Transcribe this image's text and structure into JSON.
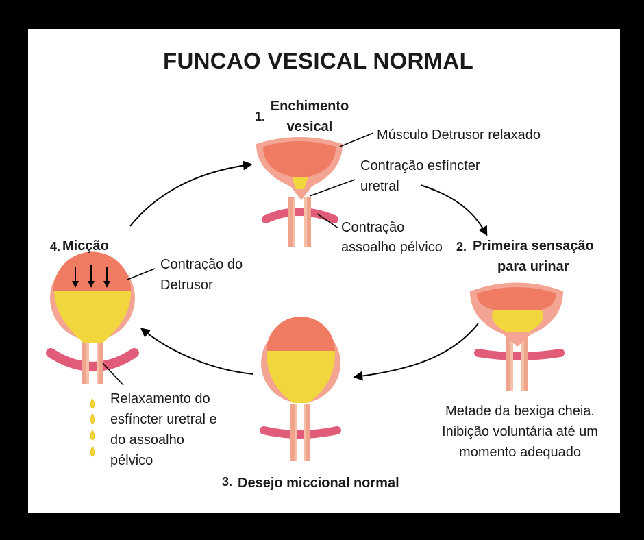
{
  "title": "FUNCAO VESICAL  NORMAL",
  "colors": {
    "muscle": "#ef7b62",
    "wall": "#f3a493",
    "urine": "#f1d63d",
    "floor": "#e05c78",
    "line": "#000000"
  },
  "stages": [
    {
      "number": "1.",
      "title_line1": "Enchimento",
      "title_line2": "vesical",
      "annotations": [
        "Músculo Detrusor relaxado",
        "Contração esfíncter",
        "uretral",
        "Contração",
        "assoalho pélvico"
      ]
    },
    {
      "number": "2.",
      "title_line1": "Primeira sensação",
      "title_line2": "para urinar",
      "caption": [
        "Metade da bexiga cheia.",
        "Inibição voluntária até um",
        "momento adequado"
      ]
    },
    {
      "number": "3.",
      "title_line1": "Desejo miccional normal"
    },
    {
      "number": "4.",
      "title_line1": "Micção",
      "annotations": [
        "Contração do",
        "Detrusor",
        "Relaxamento do",
        "esfíncter uretral e",
        "do assoalho",
        "pélvico"
      ]
    }
  ]
}
